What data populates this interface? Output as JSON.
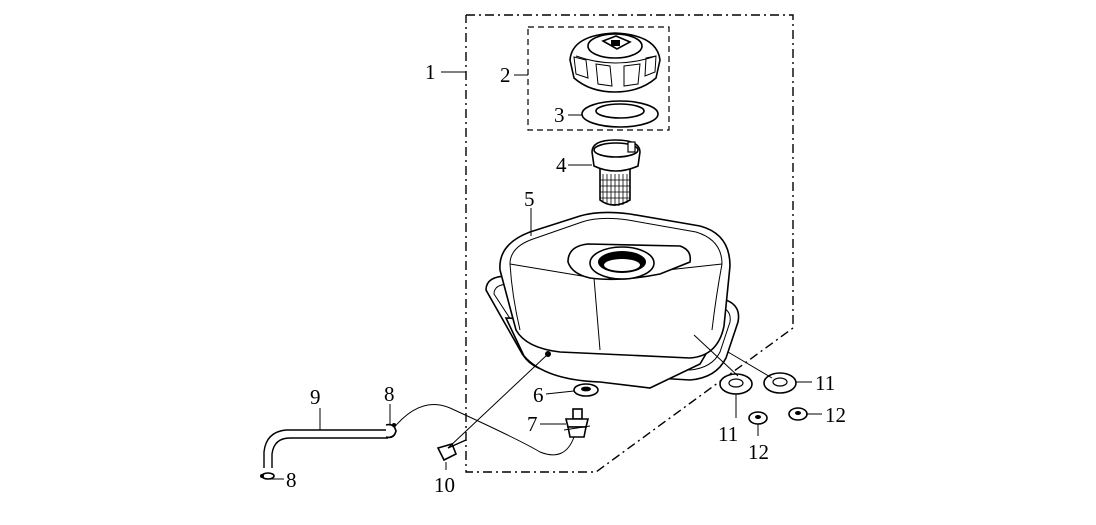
{
  "labels": {
    "l1": "1",
    "l2": "2",
    "l3": "3",
    "l4": "4",
    "l5": "5",
    "l6": "6",
    "l7": "7",
    "l8a": "8",
    "l8b": "8",
    "l9": "9",
    "l10": "10",
    "l11a": "11",
    "l11b": "11",
    "l12a": "12",
    "l12b": "12"
  },
  "icons": {
    "fuel_cap": "fuel-cap-icon",
    "cap_gasket": "gasket-icon",
    "strainer": "filter-strainer-icon",
    "fuel_tank": "fuel-tank-icon",
    "fuel_valve": "fuel-valve-icon",
    "fuel_hose": "fuel-hose-icon",
    "hose_clip": "hose-clip-icon",
    "bolt": "bolt-icon",
    "washer": "washer-icon",
    "nut": "nut-icon"
  }
}
